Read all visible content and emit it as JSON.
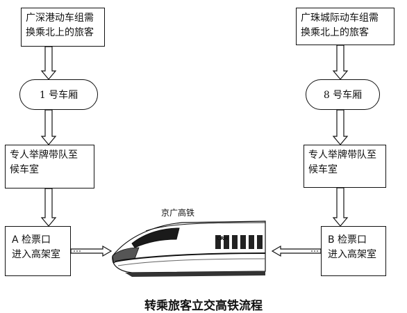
{
  "left": {
    "start": [
      "广深港动车组需",
      "换乘北上的旅客"
    ],
    "car": "1  号车厢",
    "escort": [
      "专人举牌带队至",
      "候车室"
    ],
    "gate": [
      "A 检票口",
      "进入高架室"
    ]
  },
  "right": {
    "start": [
      "广珠城际动车组需",
      "换乘北上的旅客"
    ],
    "car": "8  号车厢",
    "escort": [
      "专人举牌带队至",
      "候车室"
    ],
    "gate": [
      "B 检票口",
      "进入高架室"
    ]
  },
  "train": {
    "label": "京广高铁",
    "logo": "CRH"
  },
  "caption": "转乘旅客立交高铁流程"
}
